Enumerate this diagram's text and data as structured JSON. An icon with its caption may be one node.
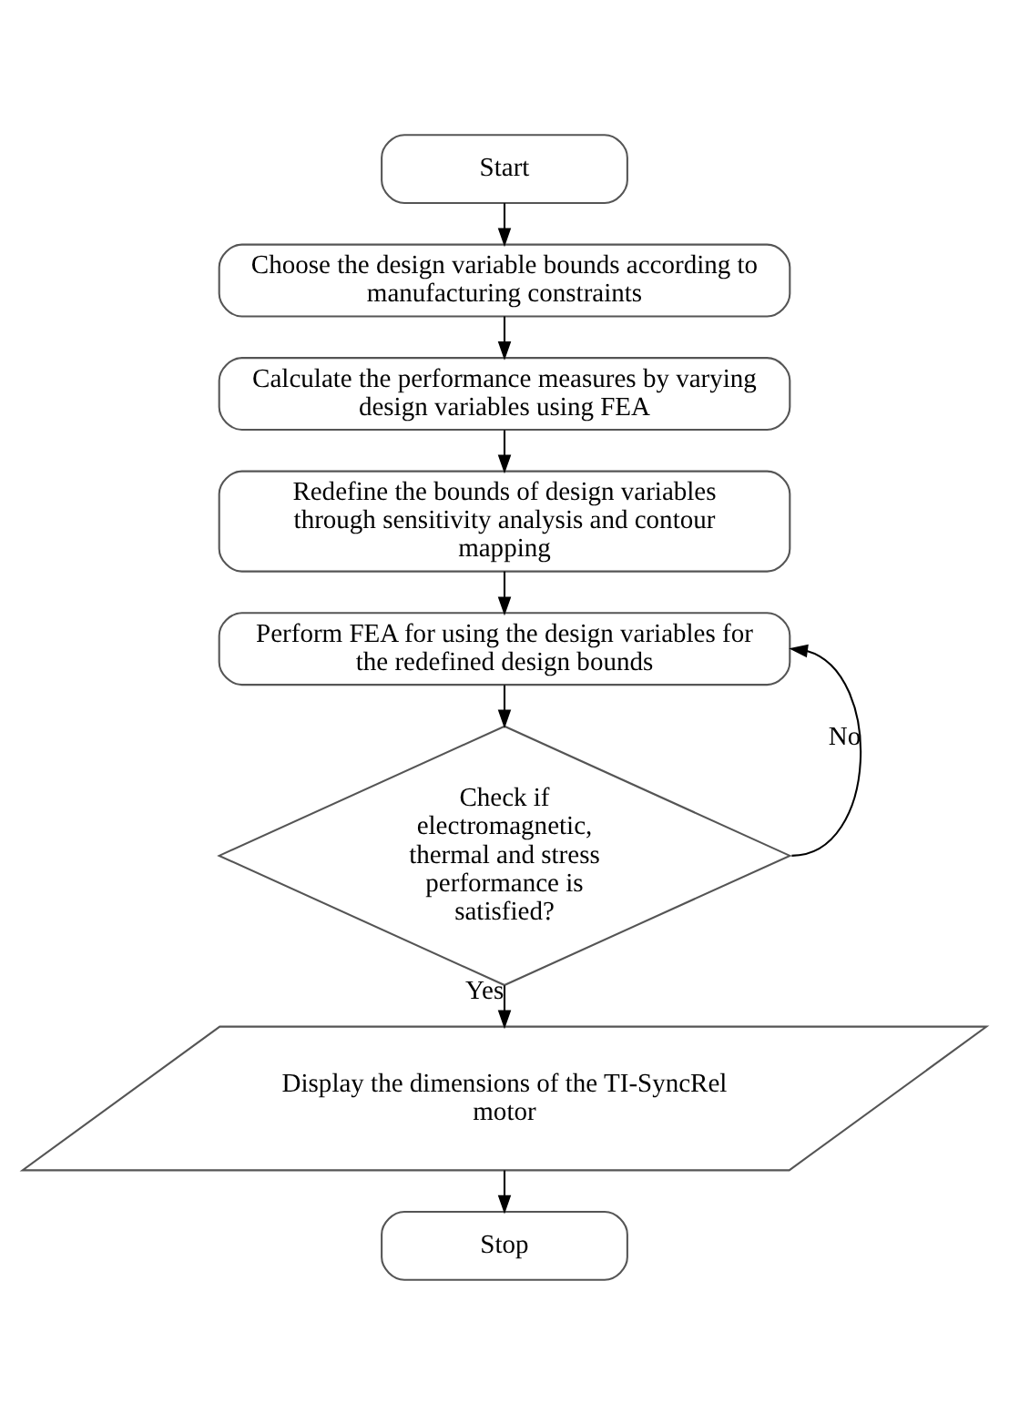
{
  "diagram": {
    "nodes": [
      {
        "text": [
          "Start"
        ]
      },
      {
        "text": [
          "Choose the design variable bounds according to manufacturing constraints"
        ]
      },
      {
        "text": [
          "Calculate the performance measures by varying design variables using FEA"
        ]
      },
      {
        "text": [
          "Redefine the bounds of design variables through sensitivity analysis and contour mapping"
        ]
      },
      {
        "text": [
          "Perform FEA for using the design variables for the redefined design bounds"
        ]
      },
      {
        "text": [
          "Check if electromagnetic, thermal and stress performance is satisfied?"
        ]
      },
      {
        "text": [
          "Display the dimensions of the TI-SyncRel motor"
        ]
      },
      {
        "text": [
          "Stop"
        ]
      }
    ],
    "edges": [
      {
        "from": 0,
        "to": 1,
        "arrow": "to"
      },
      {
        "from": 1,
        "to": 2,
        "arrow": "to"
      },
      {
        "from": 2,
        "to": 3,
        "arrow": "to"
      },
      {
        "from": 3,
        "to": 4,
        "arrow": "to"
      },
      {
        "from": 4,
        "to": 5,
        "arrow": "to"
      },
      {
        "from": 5,
        "to": 6,
        "arrow": "to",
        "label": "Yes"
      },
      {
        "from": 6,
        "to": 7,
        "arrow": "to"
      },
      {
        "from": 5,
        "to": 4,
        "arrow": "to",
        "label": "No"
      }
    ]
  }
}
